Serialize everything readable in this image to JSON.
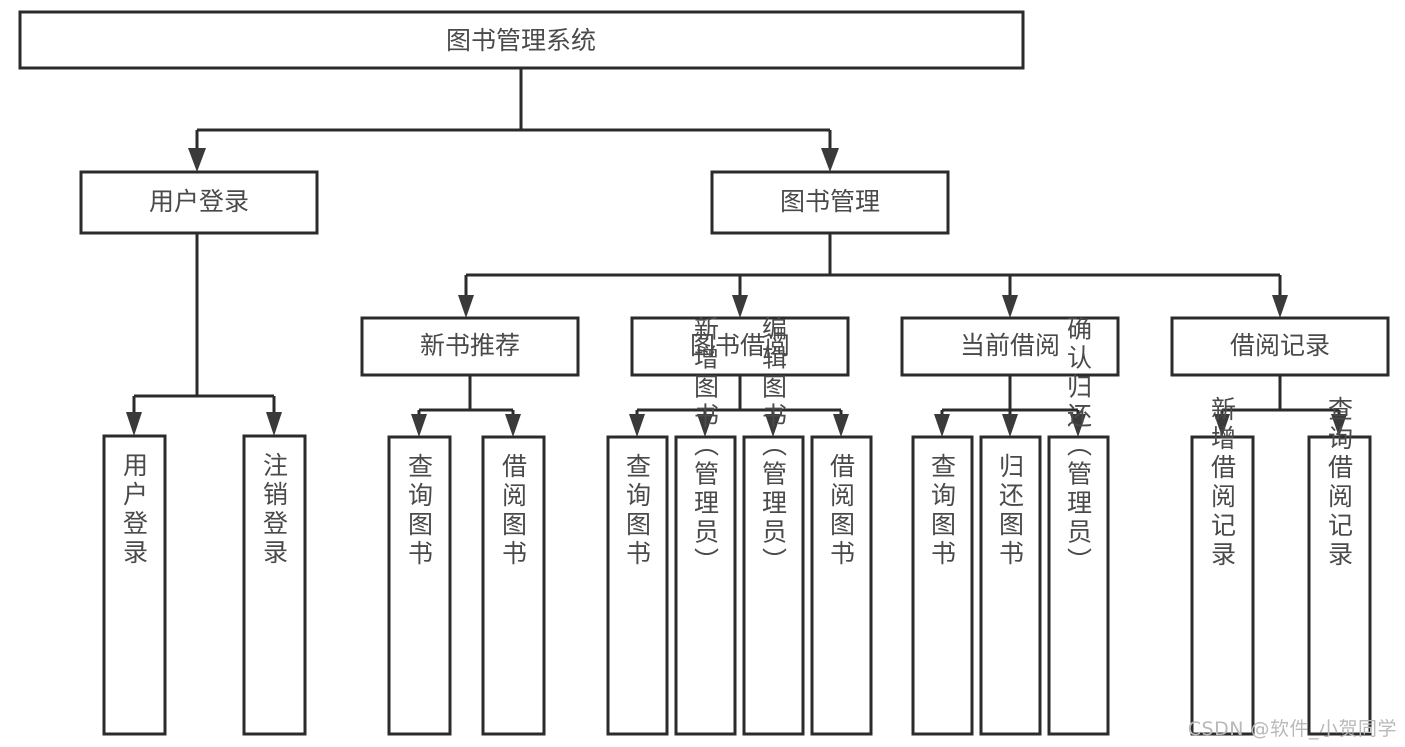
{
  "diagram": {
    "title": "图书管理系统",
    "type": "tree",
    "watermark": "CSDN @软件_小贺同学",
    "levels": {
      "root": {
        "label": "图书管理系统"
      },
      "level2": [
        {
          "id": "user-login",
          "label": "用户登录"
        },
        {
          "id": "book-management",
          "label": "图书管理"
        }
      ],
      "level3": [
        {
          "id": "new-book-recommend",
          "label": "新书推荐",
          "parent": "book-management"
        },
        {
          "id": "book-borrow",
          "label": "图书借阅",
          "parent": "book-management"
        },
        {
          "id": "current-borrow",
          "label": "当前借阅",
          "parent": "book-management"
        },
        {
          "id": "borrow-record",
          "label": "借阅记录",
          "parent": "book-management"
        }
      ],
      "leaves": [
        {
          "id": "leaf-user-login",
          "label": "用户登录",
          "parent": "user-login"
        },
        {
          "id": "leaf-logout-login",
          "label": "注销登录",
          "parent": "user-login"
        },
        {
          "id": "leaf-query-book-1",
          "label": "查询图书",
          "parent": "new-book-recommend"
        },
        {
          "id": "leaf-borrow-book-1",
          "label": "借阅图书",
          "parent": "new-book-recommend"
        },
        {
          "id": "leaf-query-book-2",
          "label": "查询图书",
          "parent": "book-borrow"
        },
        {
          "id": "leaf-add-book",
          "label": "新增图书（管理员）",
          "parent": "book-borrow"
        },
        {
          "id": "leaf-edit-book",
          "label": "编辑图书（管理员）",
          "parent": "book-borrow"
        },
        {
          "id": "leaf-borrow-book-2",
          "label": "借阅图书",
          "parent": "book-borrow"
        },
        {
          "id": "leaf-query-book-3",
          "label": "查询图书",
          "parent": "current-borrow"
        },
        {
          "id": "leaf-return-book",
          "label": "归还图书",
          "parent": "current-borrow"
        },
        {
          "id": "leaf-confirm-return",
          "label": "确认归还（管理员）",
          "parent": "current-borrow"
        },
        {
          "id": "leaf-add-record",
          "label": "新增借阅记录",
          "parent": "borrow-record"
        },
        {
          "id": "leaf-query-record",
          "label": "查询借阅记录",
          "parent": "borrow-record"
        }
      ]
    },
    "colors": {
      "box_stroke": "#2b2b2b",
      "box_fill": "#ffffff",
      "text": "#4a4a4a",
      "watermark": "#b9b9b9",
      "background": "#ffffff"
    }
  }
}
